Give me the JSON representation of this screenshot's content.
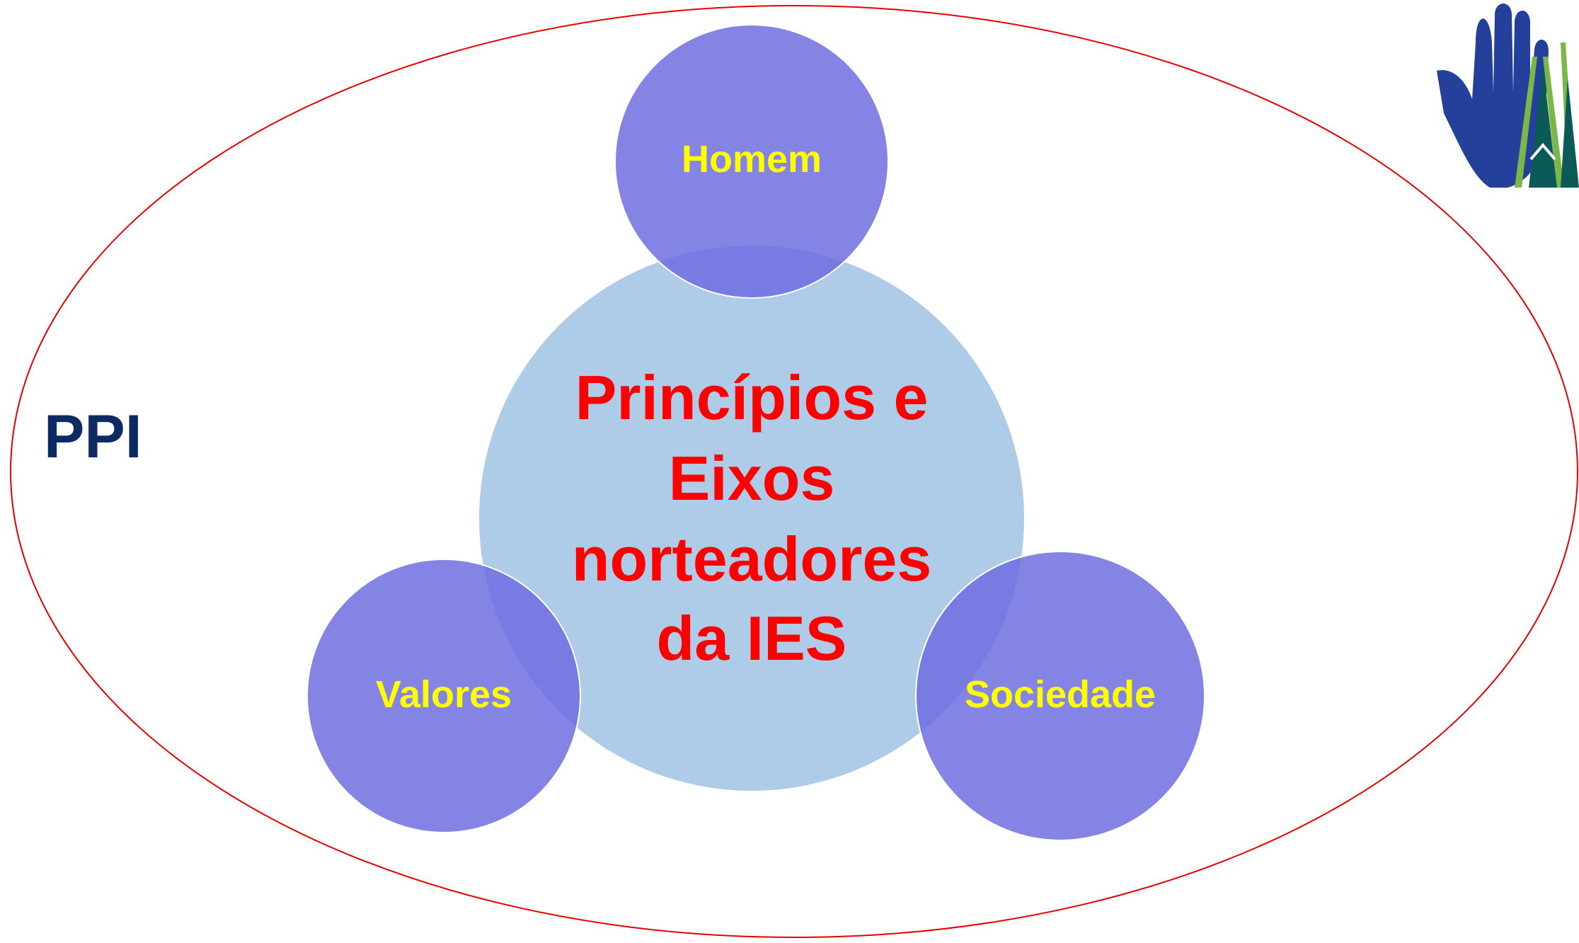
{
  "outer_label": "PPI",
  "center_lines": [
    "Princípios  e",
    "Eixos",
    "norteadores",
    "da IES"
  ],
  "nodes": {
    "top": "Homem",
    "left": "Valores",
    "right": "Sociedade"
  },
  "colors": {
    "outer_ellipse_stroke": "#e60000",
    "outer_label": "#0d2a63",
    "center_fill": "#aecbe8",
    "center_text": "#ff0000",
    "node_fill": "#6f6fe0",
    "node_overlap": "#5563d8",
    "node_text": "#ffff00",
    "logo_hand": "#25409a",
    "logo_green": "#7ab648",
    "logo_teal": "#0c5a58"
  }
}
